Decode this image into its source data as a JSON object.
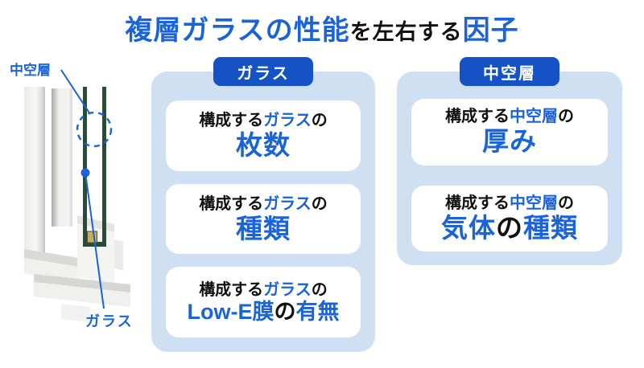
{
  "title": {
    "segments": [
      {
        "text": "複層ガラスの性能",
        "color": "blue"
      },
      {
        "text": "を左右する",
        "color": "black"
      },
      {
        "text": "因子",
        "color": "blue"
      }
    ]
  },
  "illustration": {
    "air_layer_label": "中空層",
    "glass_label": "ガラス"
  },
  "groups": [
    {
      "badge": "ガラス",
      "cards": [
        {
          "top_line": [
            {
              "text": "構成する",
              "color": "black"
            },
            {
              "text": "ガラス",
              "color": "blue"
            },
            {
              "text": "の",
              "color": "black"
            }
          ],
          "main_line": [
            {
              "text": "枚数",
              "color": "blue"
            }
          ],
          "main_size": "lg"
        },
        {
          "top_line": [
            {
              "text": "構成する",
              "color": "black"
            },
            {
              "text": "ガラス",
              "color": "blue"
            },
            {
              "text": "の",
              "color": "black"
            }
          ],
          "main_line": [
            {
              "text": "種類",
              "color": "blue"
            }
          ],
          "main_size": "lg"
        },
        {
          "top_line": [
            {
              "text": "構成する",
              "color": "black"
            },
            {
              "text": "ガラス",
              "color": "blue"
            },
            {
              "text": "の",
              "color": "black"
            }
          ],
          "main_line": [
            {
              "text": "Low-E膜",
              "color": "blue"
            },
            {
              "text": "の",
              "color": "black"
            },
            {
              "text": "有無",
              "color": "blue"
            }
          ],
          "main_size": "md"
        }
      ]
    },
    {
      "badge": "中空層",
      "cards": [
        {
          "top_line": [
            {
              "text": "構成する",
              "color": "black"
            },
            {
              "text": "中空層",
              "color": "blue"
            },
            {
              "text": "の",
              "color": "black"
            }
          ],
          "main_line": [
            {
              "text": "厚み",
              "color": "blue"
            }
          ],
          "main_size": "lg"
        },
        {
          "top_line": [
            {
              "text": "構成する",
              "color": "black"
            },
            {
              "text": "中空層",
              "color": "blue"
            },
            {
              "text": "の",
              "color": "black"
            }
          ],
          "main_line": [
            {
              "text": "気体",
              "color": "blue"
            },
            {
              "text": "の",
              "color": "black"
            },
            {
              "text": "種類",
              "color": "blue"
            }
          ],
          "main_size": "lg"
        }
      ]
    }
  ],
  "colors": {
    "accent_blue": "#1a63d8",
    "badge_blue": "#1452c5",
    "panel_blue": "#cfe0f3",
    "glass_green": "#264d36",
    "spacer_gold": "#c7b158"
  }
}
